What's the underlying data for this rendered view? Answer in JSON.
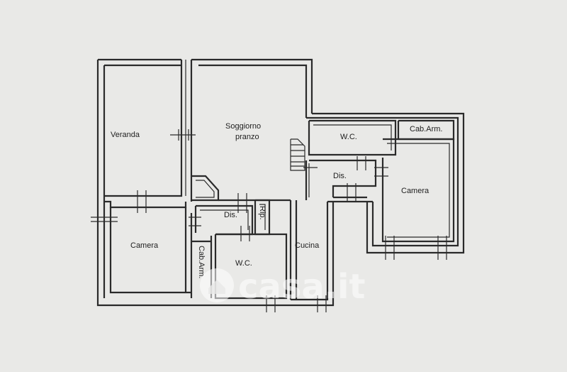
{
  "rooms": {
    "veranda": "Veranda",
    "soggiorno_line1": "Soggiorno",
    "soggiorno_line2": "pranzo",
    "wc_top": "W.C.",
    "cab_arm_top": "Cab.Arm.",
    "dis_right": "Dis.",
    "camera_right": "Camera",
    "dis_center": "Dis.",
    "rip": "Rip.",
    "camera_left": "Camera",
    "cab_arm_left": "Cab.Arm.",
    "wc_bottom": "W.C.",
    "cucina": "Cucina"
  },
  "watermark": {
    "brand": "casa.it",
    "logo_icon": "house-icon"
  },
  "colors": {
    "background": "#e9e9e7",
    "wall": "#2a2a2a",
    "watermark": "#ffffff"
  }
}
